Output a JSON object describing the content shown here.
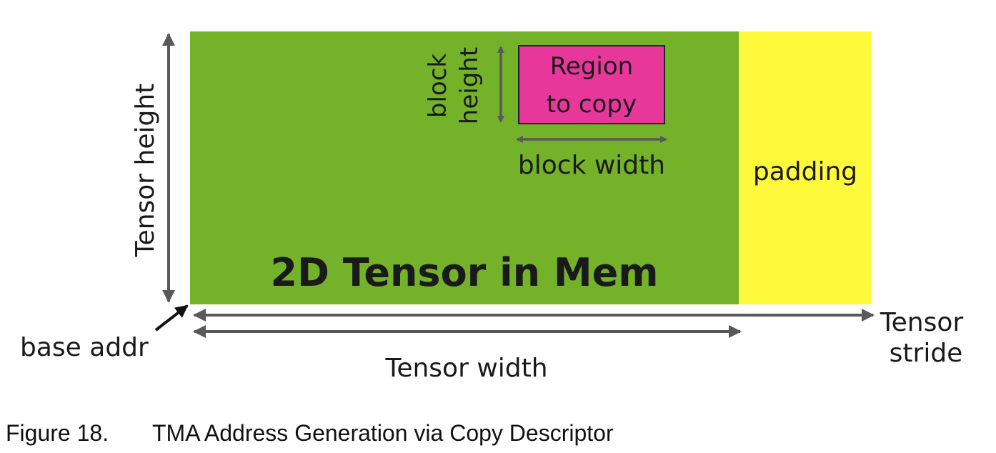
{
  "diagram": {
    "tensor_title": "2D Tensor in Mem",
    "padding_label": "padding",
    "region_line1": "Region",
    "region_line2": "to copy",
    "block_height_line1": "block",
    "block_height_line2": "height",
    "block_width_label": "block width",
    "tensor_height_label": "Tensor height",
    "base_addr_label": "base addr",
    "tensor_width_label": "Tensor width",
    "tensor_stride_line1": "Tensor",
    "tensor_stride_line2": "stride"
  },
  "caption": {
    "number": "Figure 18.",
    "text": "TMA Address Generation via Copy Descriptor"
  },
  "colors": {
    "tensor": "#74b22a",
    "padding": "#fefa3b",
    "region": "#e8379a",
    "arrow": "#595959"
  }
}
